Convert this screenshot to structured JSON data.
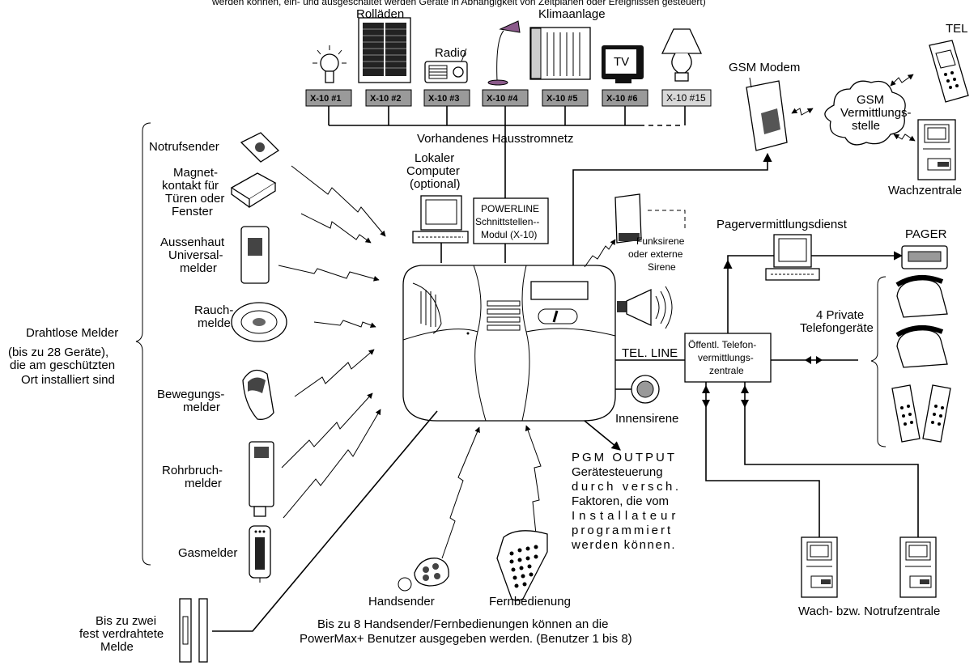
{
  "top_caption": "werden können, ein- und ausgeschaltet werden Geräte in Abhängigkeit von Zeitplänen oder Ereignissen gesteuert)",
  "appliances": {
    "rollaeden": "Rolläden",
    "radio": "Radio",
    "klimaanlage": "Klimaanlage",
    "tv": "TV"
  },
  "x10_modules": [
    "X-10 #1",
    "X-10 #2",
    "X-10 #3",
    "X-10 #4",
    "X-10 #5",
    "X-10 #6",
    "X-10 #15"
  ],
  "powerline_bus": "Vorhandenes Hausstromnetz",
  "local_computer": [
    "Lokaler",
    "Computer",
    "(optional)"
  ],
  "powerline_module": [
    "POWERLINE",
    "Schnittstellen--",
    "Modul (X-10)"
  ],
  "gsm": {
    "modem": "GSM Modem",
    "exchange": [
      "GSM",
      "Vermittlungs-",
      "stelle"
    ],
    "tel": "TEL",
    "monitoring": "Wachzentrale"
  },
  "sensors_left": {
    "notrufsender": "Notrufsender",
    "magnetkontakt": [
      "Magnet-",
      "kontakt für",
      "Türen oder",
      "Fenster"
    ],
    "aussenhaut": [
      "Aussenhaut",
      "Universal-",
      "melder"
    ],
    "rauchmelder": [
      "Rauch-",
      "melder"
    ],
    "bewegungsmelder": [
      "Bewegungs-",
      "melder"
    ],
    "rohrbruch": [
      "Rohrbruch-",
      "melder"
    ],
    "gasmelder": "Gasmelder"
  },
  "wireless_group": [
    "Drahtlose Melder",
    "(bis zu 28 Geräte),",
    "die am geschützten",
    "Ort installiert sind"
  ],
  "sirens": {
    "funksirene": [
      "Funksirene",
      "oder externe",
      "Sirene"
    ],
    "innensirene": "Innensirene"
  },
  "pager": {
    "service": "Pagervermittlungsdienst",
    "pager": "PAGER"
  },
  "phones": {
    "private": [
      "4 Private",
      "Telefongeräte"
    ],
    "tel_line": "TEL. LINE",
    "exchange": [
      "Öffentl. Telefon-",
      "vermittlungs-",
      "zentrale"
    ],
    "monitoring": "Wach- bzw. Notrufzentrale"
  },
  "pgm_output": [
    "PGM OUTPUT",
    "Gerätesteuerung",
    "durch versch.",
    "Faktoren, die vom",
    "Installateur",
    "programmiert",
    "werden können."
  ],
  "handsender": "Handsender",
  "fernbedienung": "Fernbedienung",
  "bottom_caption": [
    "Bis zu 8 Handsender/Fernbedienungen können an die",
    "PowerMax+ Benutzer ausgegeben werden. (Benutzer 1 bis 8)"
  ],
  "wired": [
    "Bis zu zwei",
    "fest verdrahtete",
    "Melde"
  ]
}
